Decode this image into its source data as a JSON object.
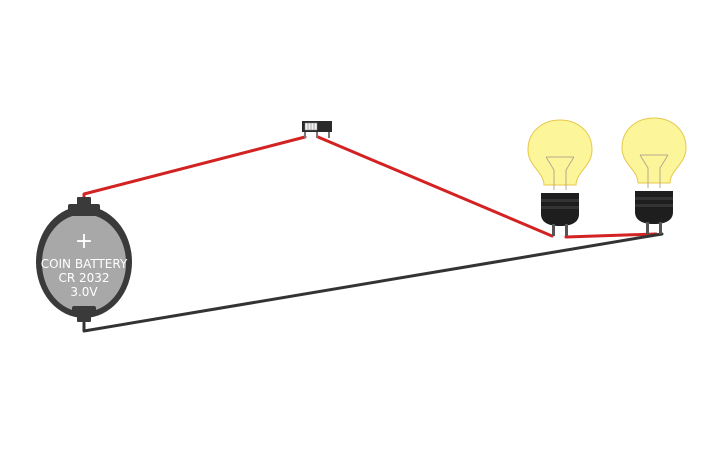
{
  "battery": {
    "plus_symbol": "+",
    "line1": "COIN BATTERY",
    "line2": "CR 2032",
    "line3": "3.0V"
  },
  "colors": {
    "wire_positive": "#d32222",
    "wire_negative": "#333333",
    "bulb_glass": "#fdf59a",
    "bulb_outline": "#e6c84b",
    "battery_body": "#a8a8a8",
    "battery_holder": "#3a3a3a",
    "bulb_base": "#1e1e1e"
  },
  "components": [
    "coin-battery",
    "slide-switch",
    "light-bulb",
    "light-bulb"
  ]
}
